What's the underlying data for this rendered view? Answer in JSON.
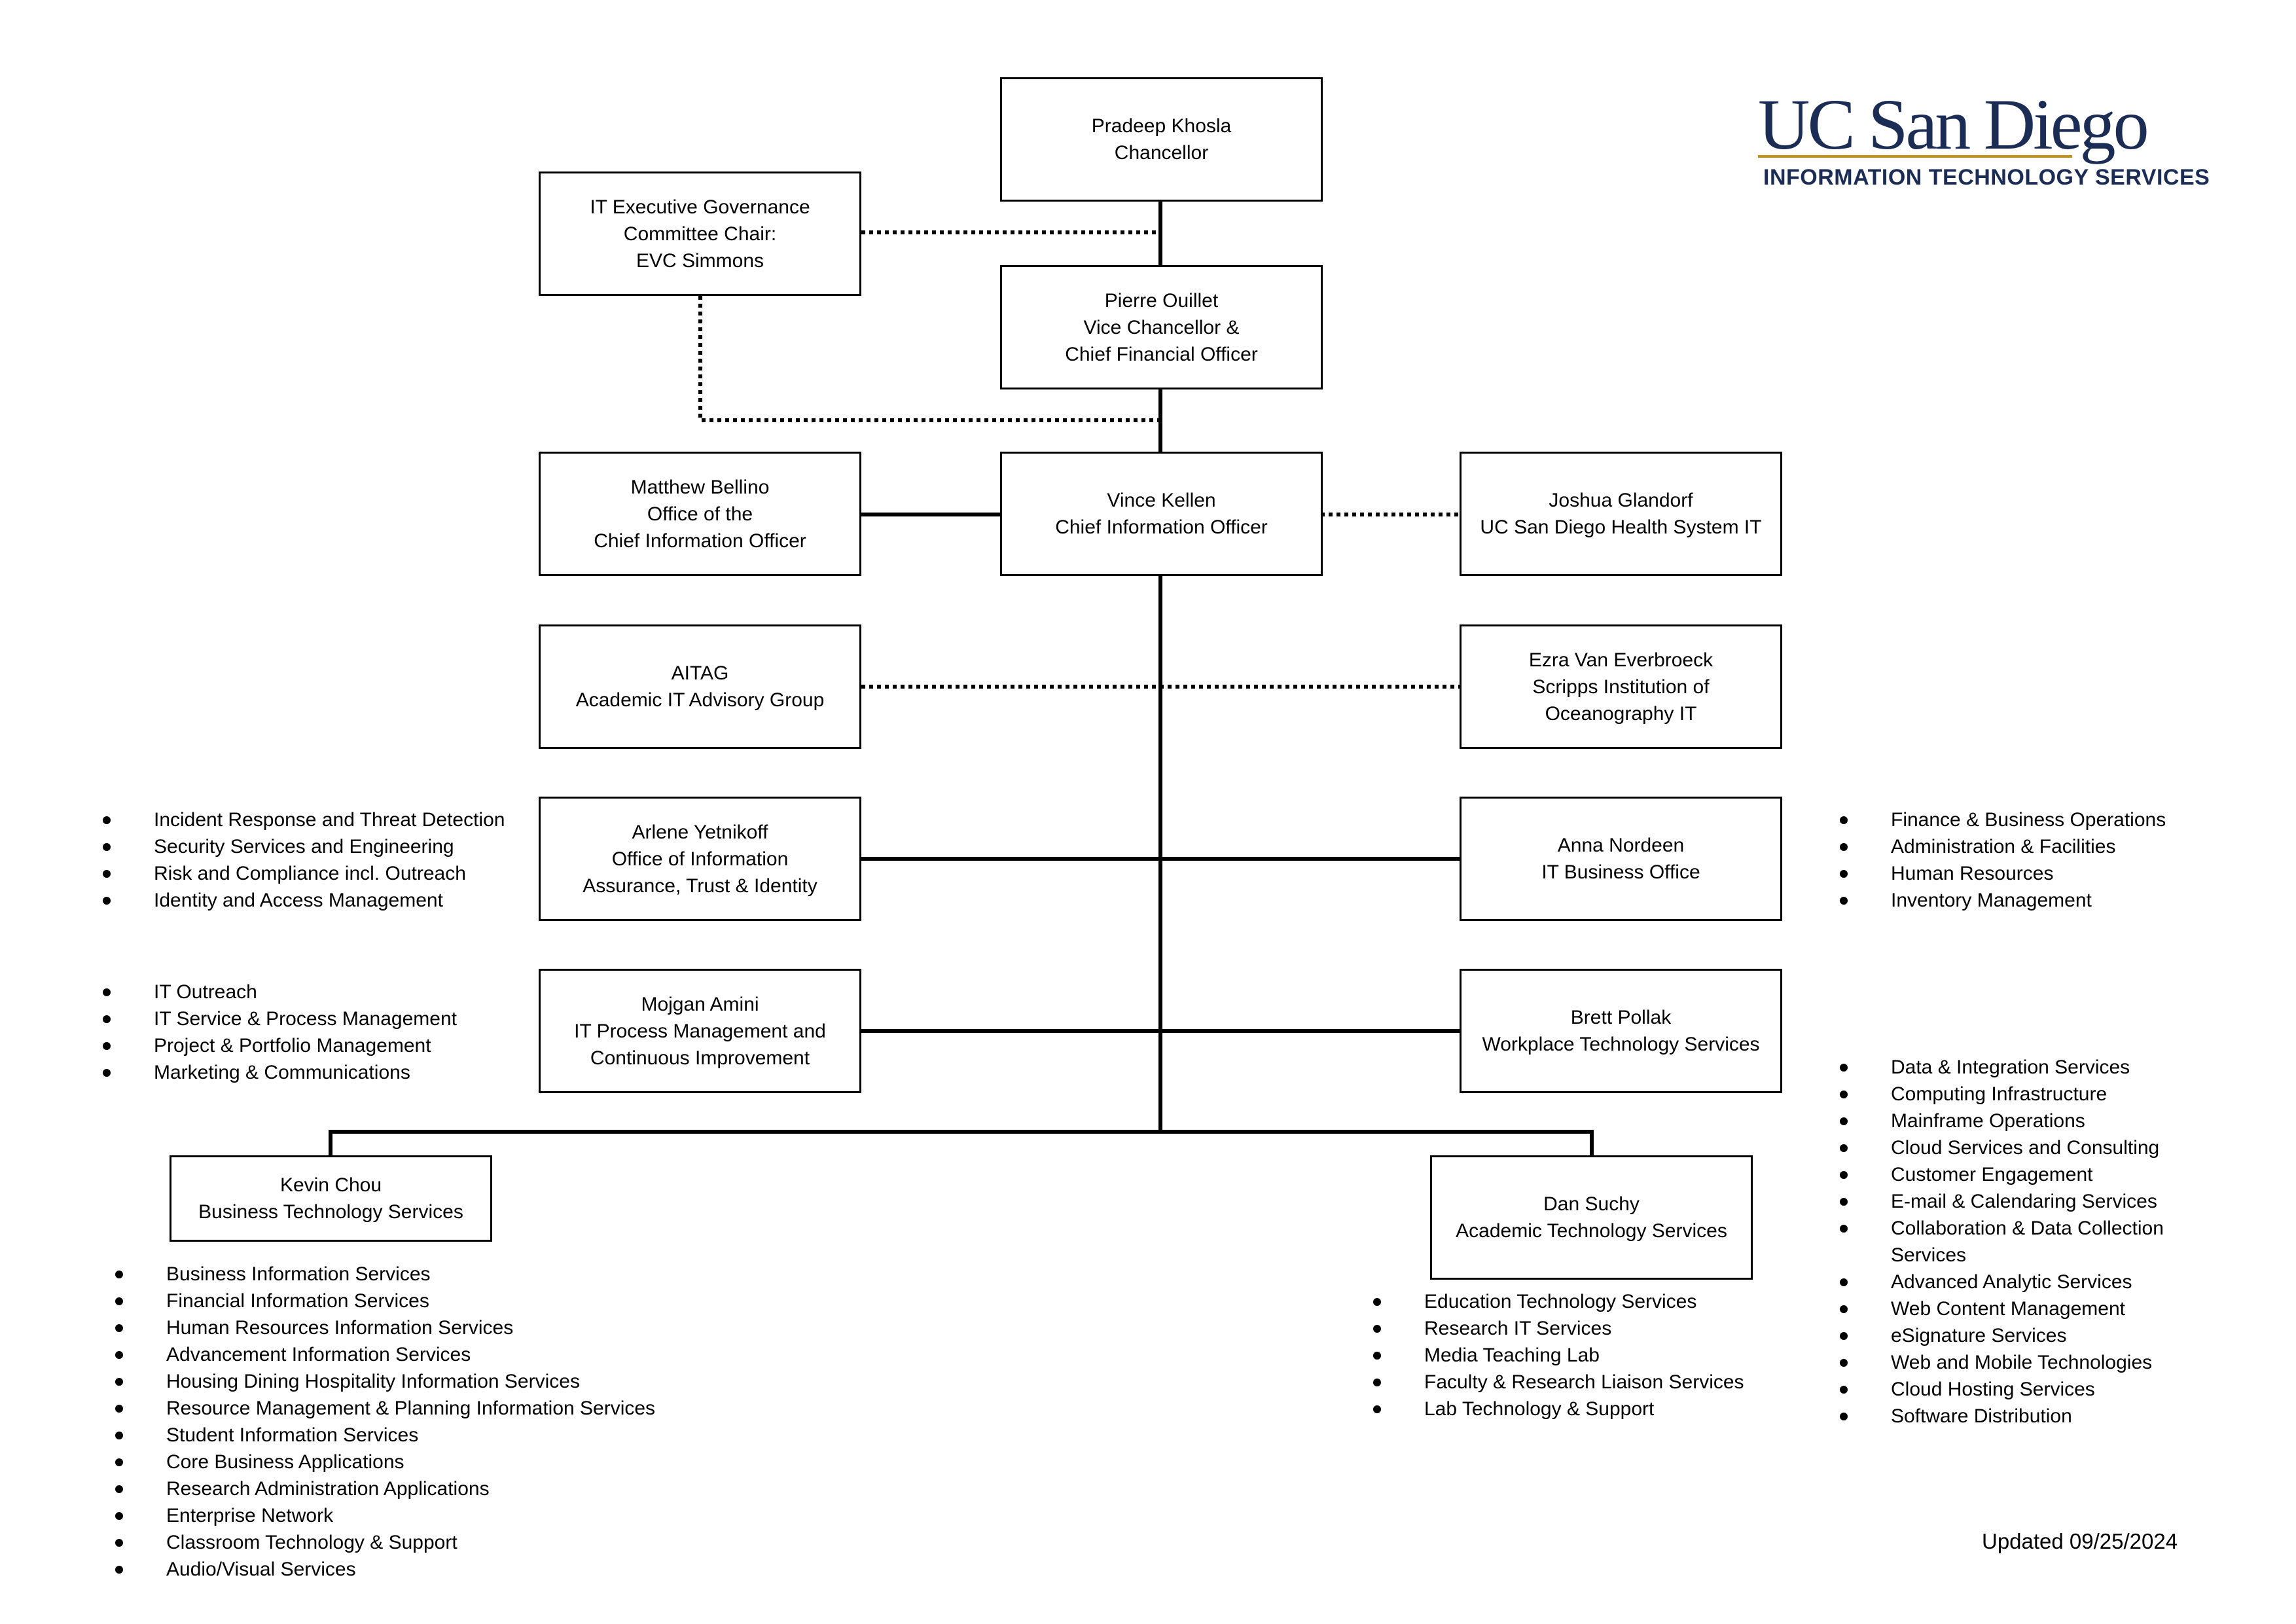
{
  "logo": {
    "wordmark": "UC San Diego",
    "subtitle": "INFORMATION TECHNOLOGY SERVICES",
    "colors": {
      "navy": "#1b2c55",
      "gold": "#c69214"
    }
  },
  "boxes": {
    "chancellor": [
      "Pradeep Khosla",
      "Chancellor"
    ],
    "governance": [
      "IT Executive Governance",
      "Committee Chair:",
      "EVC Simmons"
    ],
    "cfo": [
      "Pierre Ouillet",
      "Vice Chancellor &",
      "Chief Financial Officer"
    ],
    "ocio": [
      "Matthew Bellino",
      "Office of the",
      "Chief Information Officer"
    ],
    "cio": [
      "Vince Kellen",
      "Chief Information Officer"
    ],
    "health": [
      "Joshua Glandorf",
      "UC San Diego Health System IT"
    ],
    "aitag": [
      "AITAG",
      "Academic IT Advisory Group"
    ],
    "scripps": [
      "Ezra Van Everbroeck",
      "Scripps Institution of",
      "Oceanography IT"
    ],
    "iatid": [
      "Arlene Yetnikoff",
      "Office of Information",
      "Assurance, Trust & Identity"
    ],
    "bfin": [
      "Anna Nordeen",
      "IT Business Office"
    ],
    "itpm": [
      "Mojgan Amini",
      "IT Process Management and",
      "Continuous Improvement"
    ],
    "wts": [
      "Brett Pollak",
      "Workplace Technology Services"
    ],
    "bts": [
      "Kevin Chou",
      "Business Technology Services"
    ],
    "ats": [
      "Dan Suchy",
      "Academic Technology Services"
    ]
  },
  "lists": {
    "iatid": [
      "Incident Response and Threat Detection",
      "Security Services and Engineering",
      "Risk and Compliance incl. Outreach",
      "Identity and Access Management"
    ],
    "itpm": [
      "IT Outreach",
      "IT Service & Process Management",
      "Project & Portfolio Management",
      "Marketing & Communications"
    ],
    "bfin": [
      "Finance & Business Operations",
      "Administration & Facilities",
      "Human Resources",
      "Inventory Management"
    ],
    "wts": [
      "Data & Integration Services",
      "Computing Infrastructure",
      "Mainframe Operations",
      "Cloud Services and Consulting",
      "Customer Engagement",
      "E-mail & Calendaring Services",
      "Collaboration & Data Collection Services",
      "Advanced Analytic Services",
      "Web Content Management",
      "eSignature Services",
      "Web and Mobile Technologies",
      "Cloud Hosting Services",
      "Software Distribution"
    ],
    "bts": [
      "Business Information Services",
      "Financial Information Services",
      "Human Resources Information Services",
      "Advancement Information Services",
      "Housing Dining Hospitality Information Services",
      "Resource Management & Planning Information Services",
      "Student Information Services",
      "Core Business Applications",
      "Research Administration Applications",
      "Enterprise Network",
      "Classroom Technology & Support",
      "Audio/Visual Services"
    ],
    "ats": [
      "Education Technology Services",
      "Research IT Services",
      "Media Teaching Lab",
      "Faculty & Research Liaison Services",
      "Lab Technology & Support"
    ]
  },
  "updated": "Updated 09/25/2024"
}
